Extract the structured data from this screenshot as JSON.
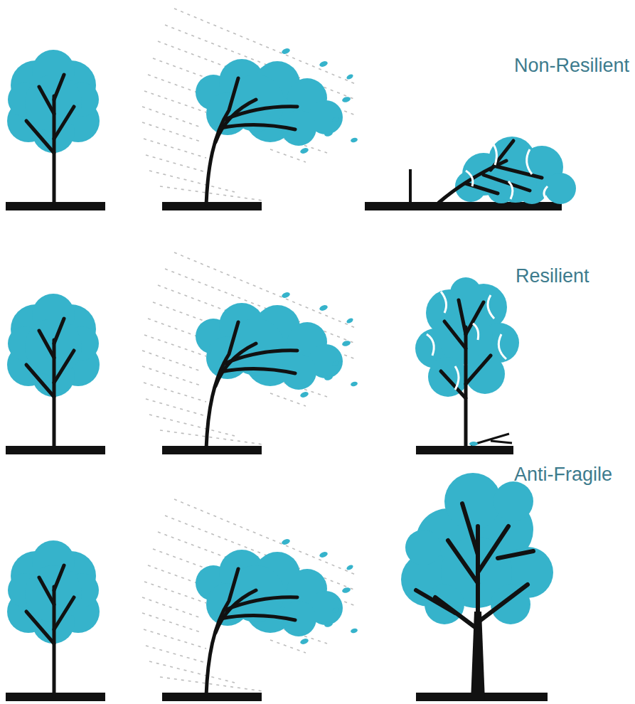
{
  "diagram": {
    "labels": [
      "Non-Resilient",
      "Resilient",
      "Anti-Fragile"
    ]
  }
}
